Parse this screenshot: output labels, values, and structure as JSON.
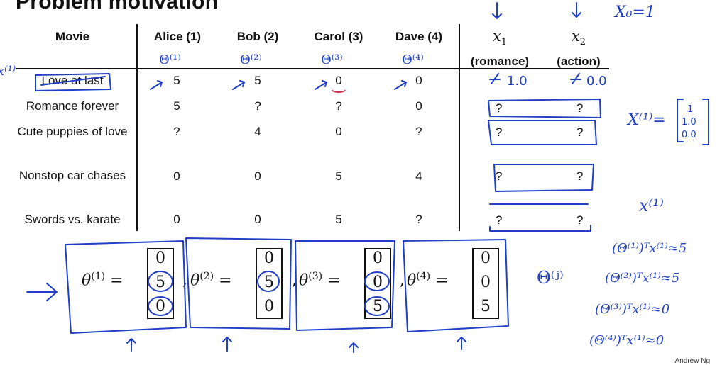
{
  "title": "Problem motivation",
  "table": {
    "movie_header": "Movie",
    "users": [
      {
        "name": "Alice (1)"
      },
      {
        "name": "Bob (2)"
      },
      {
        "name": "Carol (3)"
      },
      {
        "name": "Dave (4)"
      }
    ],
    "features": [
      {
        "symbol": "x",
        "index": "1",
        "label": "(romance)"
      },
      {
        "symbol": "x",
        "index": "2",
        "label": "(action)"
      }
    ],
    "rows": [
      {
        "movie": "Love at last",
        "ratings": [
          "5",
          "5",
          "0",
          "0"
        ]
      },
      {
        "movie": "Romance forever",
        "ratings": [
          "5",
          "?",
          "?",
          "0"
        ]
      },
      {
        "movie": "Cute puppies of love",
        "ratings": [
          "?",
          "4",
          "0",
          "?"
        ]
      },
      {
        "movie": "Nonstop car chases",
        "ratings": [
          "0",
          "0",
          "5",
          "4"
        ]
      },
      {
        "movie": "Swords vs. karate",
        "ratings": [
          "0",
          "0",
          "5",
          "?"
        ]
      }
    ]
  },
  "parameters": [
    {
      "symbol": "θ",
      "index": "(1)",
      "vector": [
        "0",
        "5",
        "0"
      ]
    },
    {
      "symbol": "θ",
      "index": "(2)",
      "vector": [
        "0",
        "5",
        "0"
      ]
    },
    {
      "symbol": "θ",
      "index": "(3)",
      "vector": [
        "0",
        "0",
        "5"
      ]
    },
    {
      "symbol": "θ",
      "index": "(4)",
      "vector": [
        "0",
        "0",
        "5"
      ]
    }
  ],
  "credit": "Andrew Ng",
  "colors": {
    "ink_blue": "#1f3fc8",
    "ink_red": "#d42a4a",
    "text": "#111111"
  }
}
